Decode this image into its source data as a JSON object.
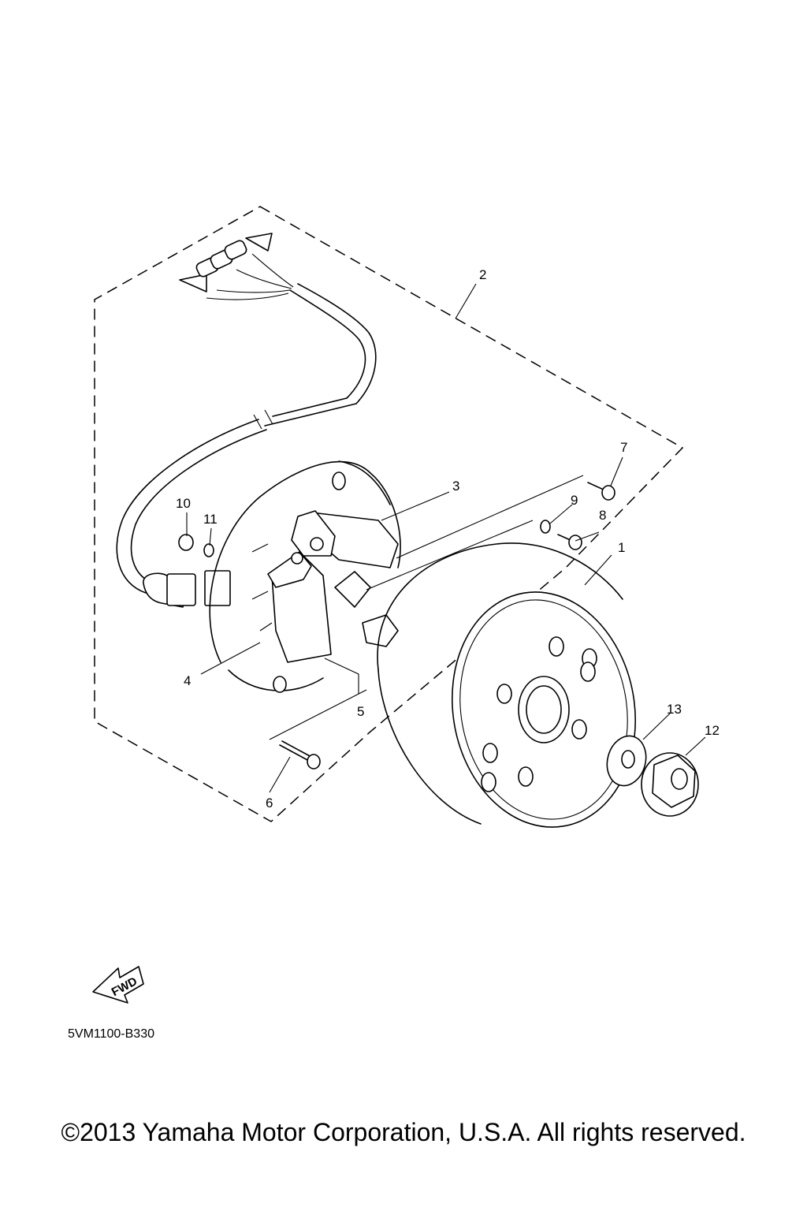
{
  "diagram": {
    "callouts": {
      "c1": "1",
      "c2": "2",
      "c3": "3",
      "c4": "4",
      "c5": "5",
      "c6": "6",
      "c7": "7",
      "c8": "8",
      "c9": "9",
      "c10": "10",
      "c11": "11",
      "c12": "12",
      "c13": "13"
    },
    "fwd_label": "FWD",
    "part_number": "5VM1100-B330"
  },
  "footer": {
    "copyright": "©2013 Yamaha Motor Corporation, U.S.A. All rights reserved."
  }
}
